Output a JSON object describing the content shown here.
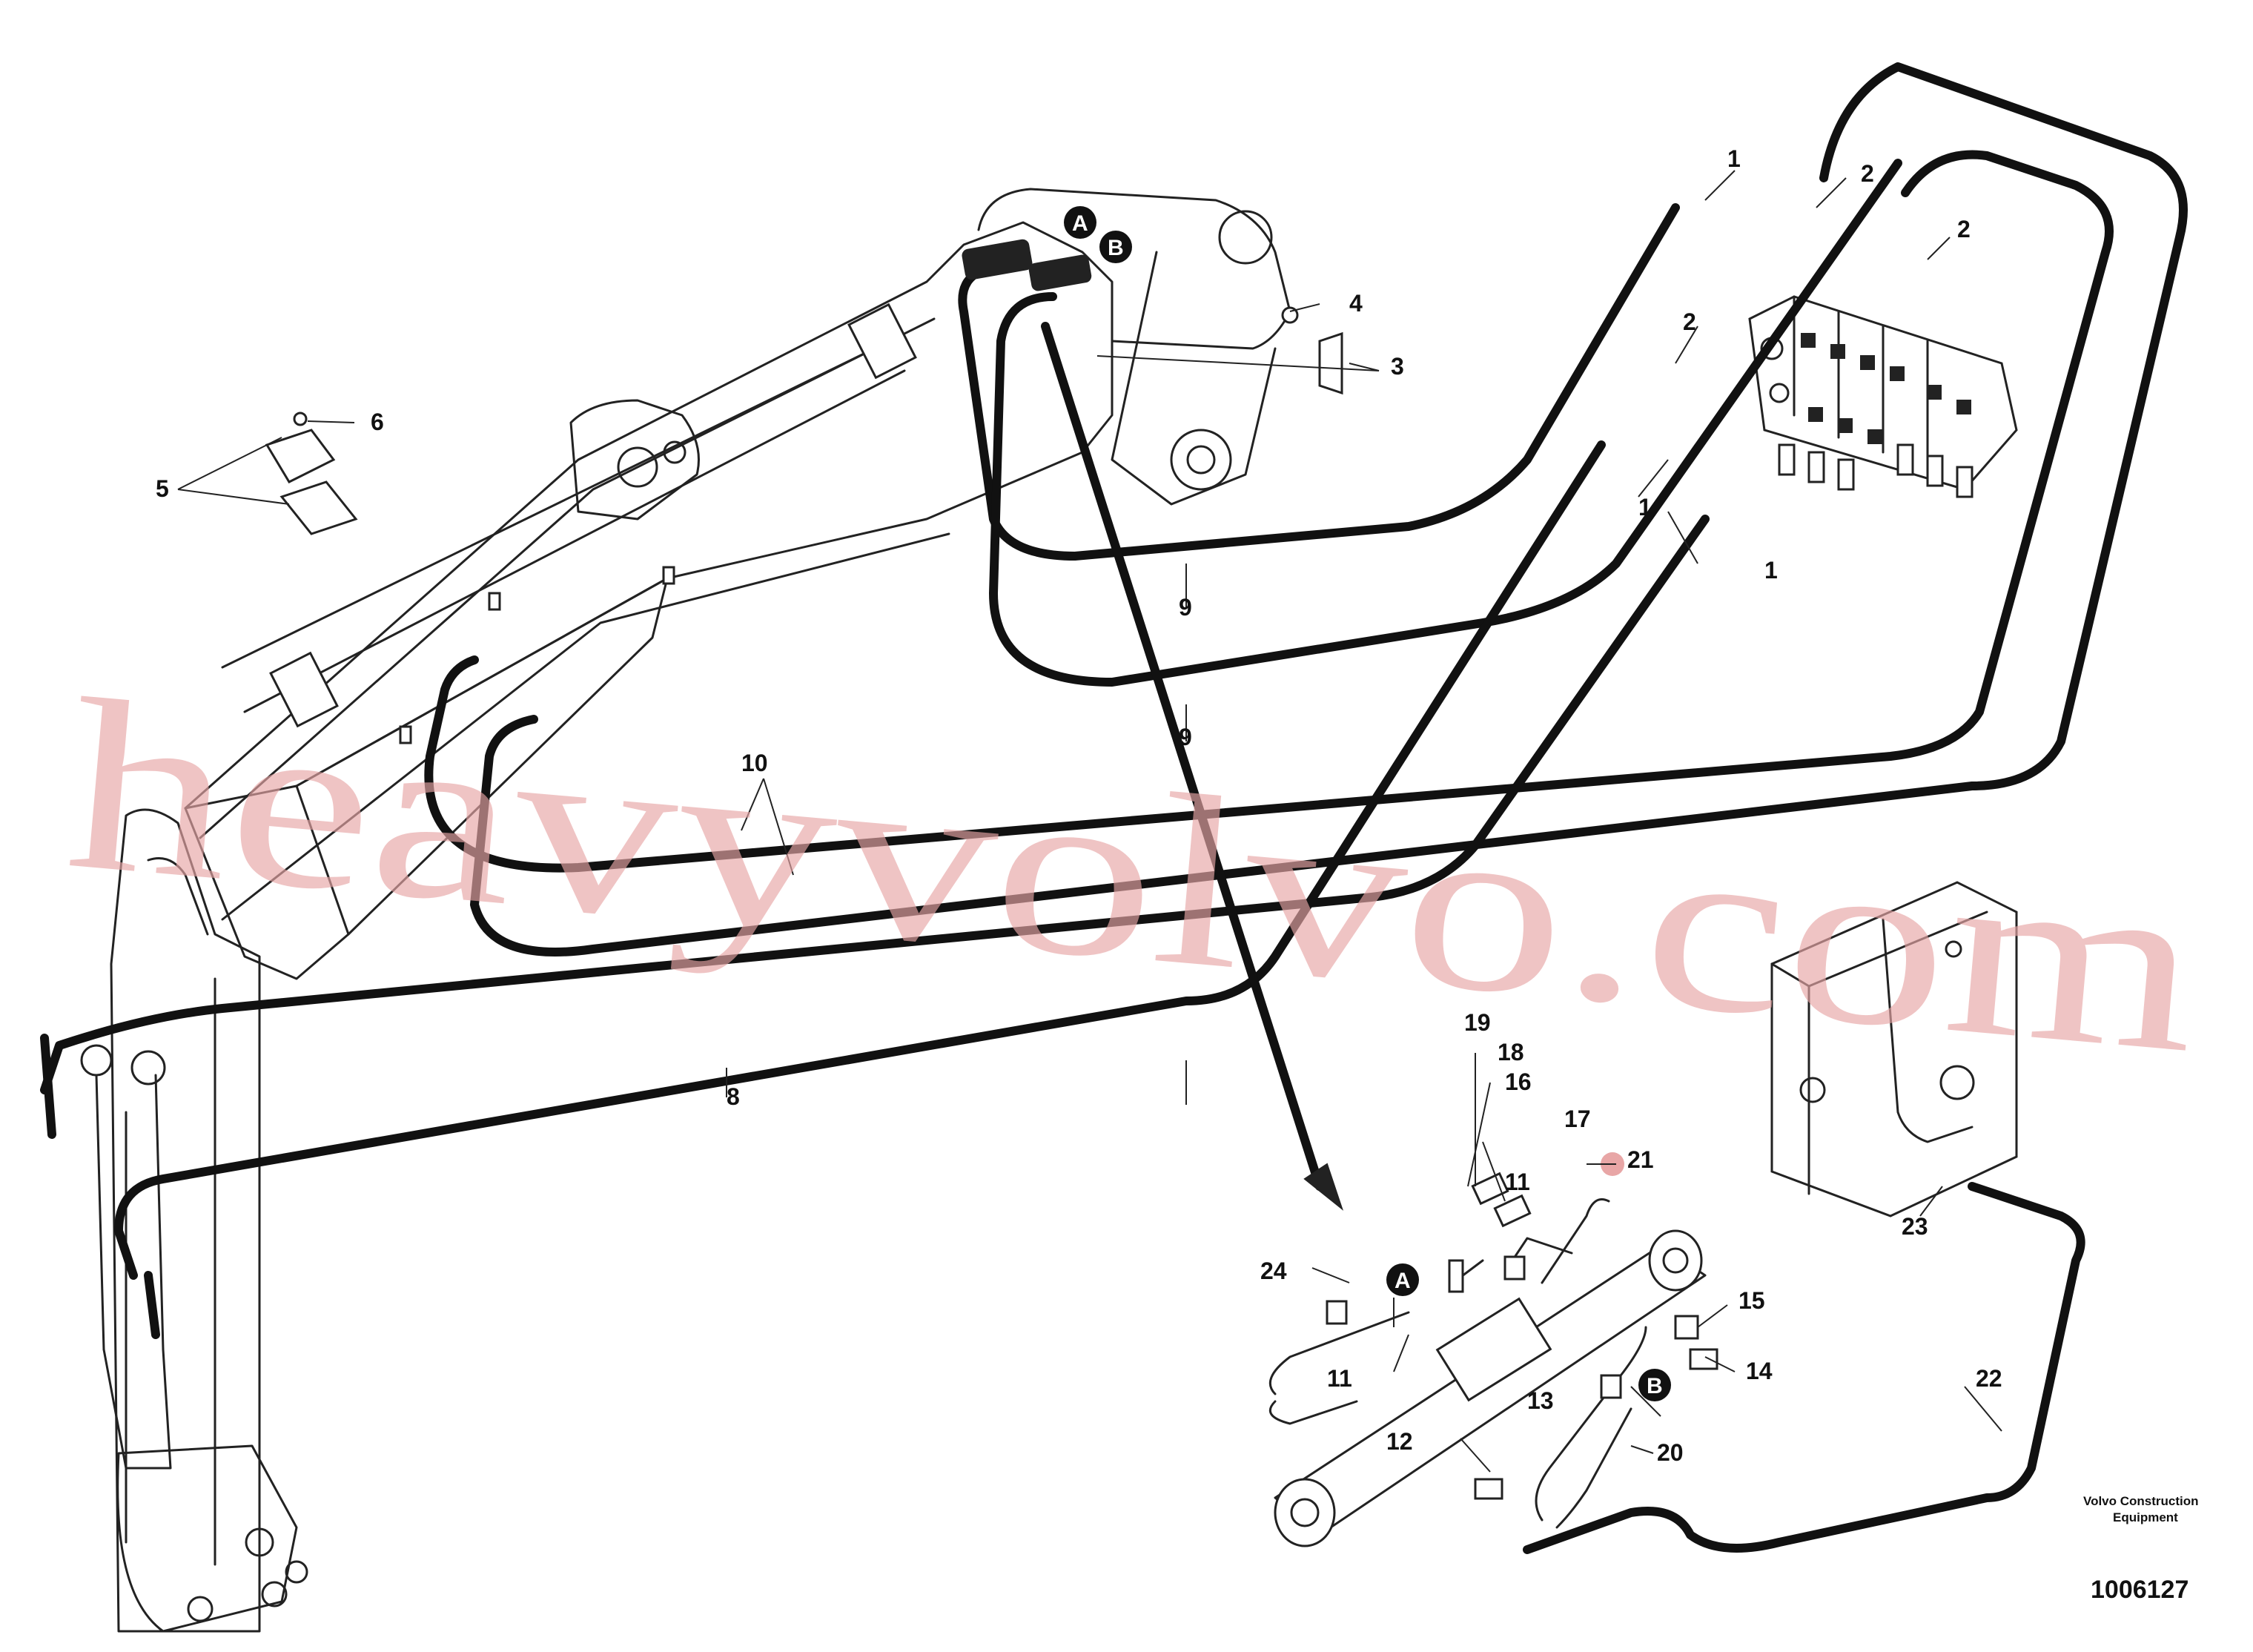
{
  "diagram": {
    "callouts": [
      {
        "id": "c1a",
        "label": "1"
      },
      {
        "id": "c1b",
        "label": "1"
      },
      {
        "id": "c1c",
        "label": "1"
      },
      {
        "id": "c2a",
        "label": "2"
      },
      {
        "id": "c2b",
        "label": "2"
      },
      {
        "id": "c2c",
        "label": "2"
      },
      {
        "id": "c3",
        "label": "3"
      },
      {
        "id": "c4",
        "label": "4"
      },
      {
        "id": "c5",
        "label": "5"
      },
      {
        "id": "c6",
        "label": "6"
      },
      {
        "id": "c8",
        "label": "8"
      },
      {
        "id": "c9a",
        "label": "9"
      },
      {
        "id": "c9b",
        "label": "9"
      },
      {
        "id": "c10",
        "label": "10"
      },
      {
        "id": "c11a",
        "label": "11"
      },
      {
        "id": "c11b",
        "label": "11"
      },
      {
        "id": "c12",
        "label": "12"
      },
      {
        "id": "c13",
        "label": "13"
      },
      {
        "id": "c14",
        "label": "14"
      },
      {
        "id": "c15",
        "label": "15"
      },
      {
        "id": "c16",
        "label": "16"
      },
      {
        "id": "c17",
        "label": "17"
      },
      {
        "id": "c18",
        "label": "18"
      },
      {
        "id": "c19",
        "label": "19"
      },
      {
        "id": "c20",
        "label": "20"
      },
      {
        "id": "c21",
        "label": "21"
      },
      {
        "id": "c22",
        "label": "22"
      },
      {
        "id": "c23",
        "label": "23"
      },
      {
        "id": "c24",
        "label": "24"
      }
    ],
    "badges": {
      "a": "A",
      "b": "B"
    },
    "watermark": "heavyvolvo.com",
    "footer": {
      "brand_line1": "Volvo Construction",
      "brand_line2": "Equipment",
      "doc_number": "1006127"
    }
  }
}
